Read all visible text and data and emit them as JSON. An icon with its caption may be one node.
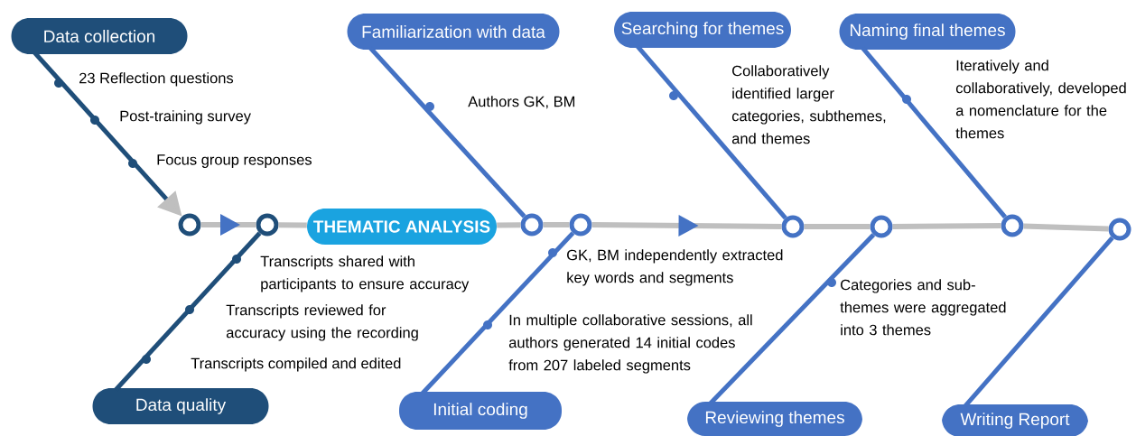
{
  "diagram": {
    "nodes": [
      {
        "text": [
          "Data collection"
        ]
      },
      {
        "text": [
          "Data quality"
        ]
      },
      {
        "text": [],
        "shape": "circle"
      },
      {
        "text": [],
        "shape": "circle"
      },
      {
        "text": [
          "THEMATIC ANALYSIS"
        ]
      },
      {
        "text": [
          "Familiarization with data"
        ]
      },
      {
        "text": [
          "Initial coding"
        ]
      },
      {
        "text": [],
        "shape": "circle"
      },
      {
        "text": [],
        "shape": "circle"
      },
      {
        "text": [
          "Searching for themes"
        ]
      },
      {
        "text": [
          "Reviewing themes"
        ]
      },
      {
        "text": [],
        "shape": "circle"
      },
      {
        "text": [],
        "shape": "circle"
      },
      {
        "text": [
          "Naming final themes"
        ]
      },
      {
        "text": [
          "Writing Report"
        ]
      },
      {
        "text": [],
        "shape": "circle"
      },
      {
        "text": [],
        "shape": "circle"
      }
    ],
    "edges": [
      {
        "from": 0,
        "to": 2,
        "arrow": "to",
        "color": "#1f4e79"
      },
      {
        "from": 1,
        "to": 3,
        "arrow": "none",
        "color": "#1f4e79"
      },
      {
        "from": 2,
        "to": 3,
        "arrow": "to"
      },
      {
        "from": 3,
        "to": 4,
        "arrow": "none"
      },
      {
        "from": 4,
        "to": 7,
        "arrow": "none"
      },
      {
        "from": 5,
        "to": 7,
        "arrow": "none",
        "color": "#4472c4"
      },
      {
        "from": 6,
        "to": 8,
        "arrow": "none",
        "color": "#4472c4"
      },
      {
        "from": 7,
        "to": 8,
        "arrow": "none"
      },
      {
        "from": 8,
        "to": 11,
        "arrow": "to"
      },
      {
        "from": 9,
        "to": 11,
        "arrow": "none",
        "color": "#4472c4"
      },
      {
        "from": 10,
        "to": 12,
        "arrow": "none",
        "color": "#4472c4"
      },
      {
        "from": 11,
        "to": 12,
        "arrow": "none"
      },
      {
        "from": 12,
        "to": 15,
        "arrow": "none"
      },
      {
        "from": 13,
        "to": 15,
        "arrow": "none",
        "color": "#4472c4"
      },
      {
        "from": 14,
        "to": 16,
        "arrow": "none",
        "color": "#4472c4"
      },
      {
        "from": 15,
        "to": 16,
        "arrow": "none"
      }
    ],
    "labels": [
      "23 Reflection questions",
      "Post-training survey",
      "Focus group responses",
      "Transcripts shared with participants to ensure accuracy",
      "Transcripts reviewed for accuracy using the recording",
      "Transcripts compiled and edited",
      "Authors GK, BM",
      "GK, BM independently extracted key words and segments",
      "In multiple collaborative sessions, all authors generated 14 initial codes from 207 labeled segments",
      "Collaboratively identified larger categories, subthemes, and themes",
      "Categories and sub-themes were aggregated into 3 themes",
      "Iteratively and collaboratively, developed a nomenclature for the themes"
    ]
  }
}
